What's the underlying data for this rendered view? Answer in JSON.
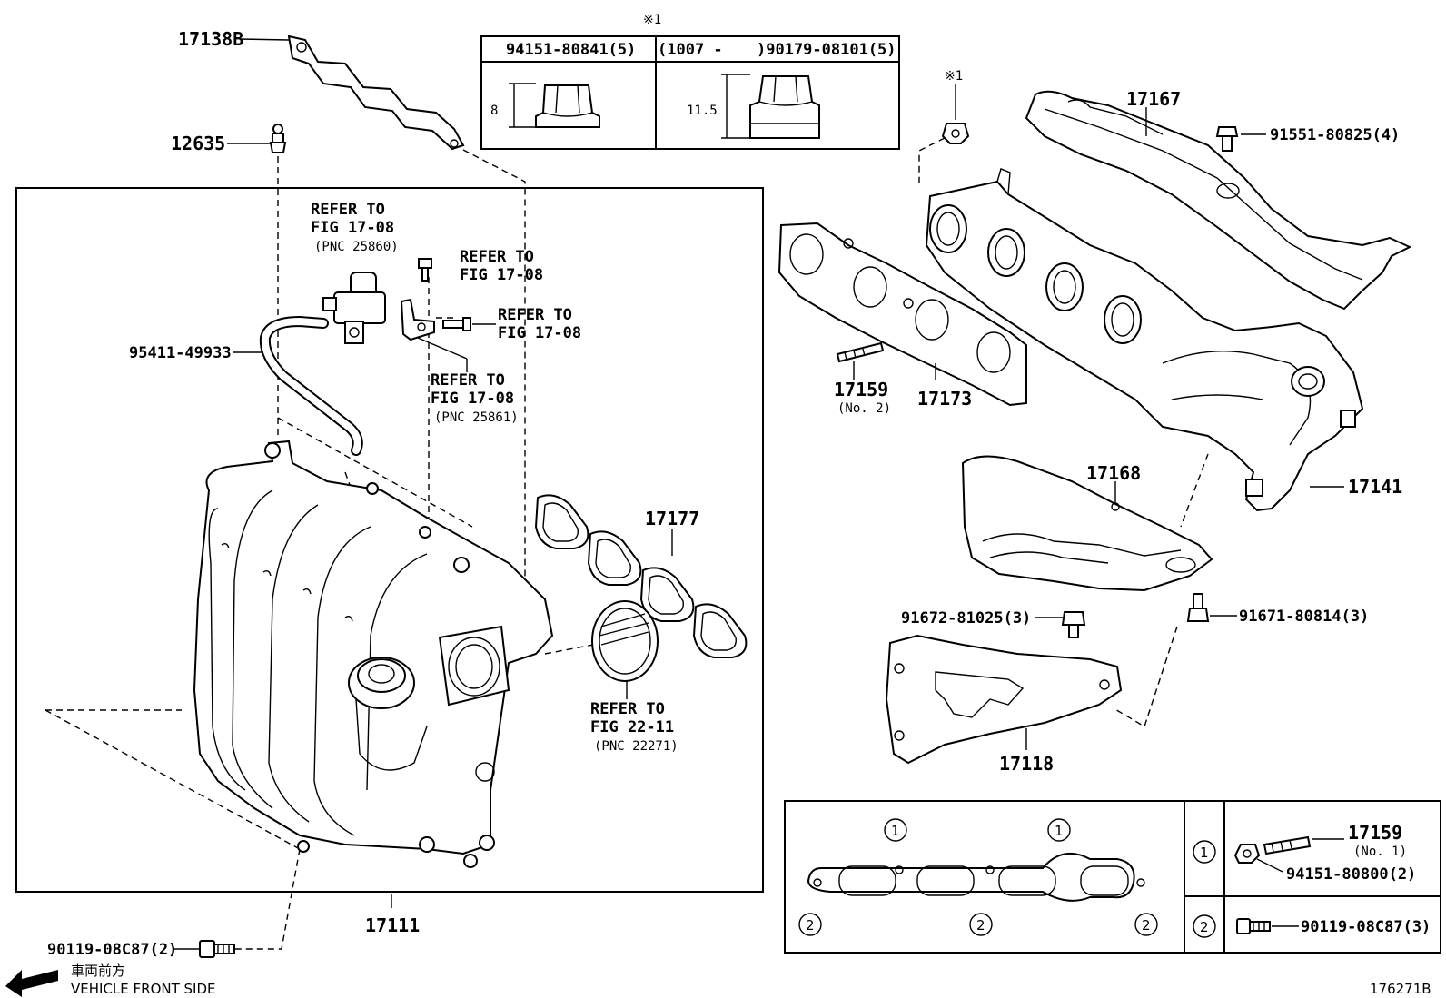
{
  "diagram": {
    "id_code": "176271B",
    "vehicle_front": {
      "jp": "車両前方",
      "en": "VEHICLE FRONT SIDE"
    },
    "nut_table": {
      "note_mark": "※1",
      "col1_header": "94151-80841(5)",
      "col2_header_prefix": "(1007 -",
      "col2_header_part": ")90179-08101(5)",
      "col1_dim": "8",
      "col2_dim": "11.5"
    },
    "parts": {
      "p17138B": "17138B",
      "p12635": "12635",
      "p95411": "95411-49933",
      "p17111": "17111",
      "p17177": "17177",
      "p90119_left": "90119-08C87(2)",
      "p17167": "17167",
      "p91551": "91551-80825(4)",
      "p17159_no2": "17159",
      "p17159_no2_sub": "(No. 2)",
      "p17173": "17173",
      "p17168": "17168",
      "p17141": "17141",
      "p91672": "91672-81025(3)",
      "p91671": "91671-80814(3)",
      "p17118": "17118",
      "note_mark_nut": "※1"
    },
    "refs": {
      "r1_l1": "REFER TO",
      "r1_l2": "FIG 17-08",
      "r1_l3": "(PNC 25860)",
      "r2_l1": "REFER TO",
      "r2_l2": "FIG 17-08",
      "r3_l1": "REFER TO",
      "r3_l2": "FIG 17-08",
      "r4_l1": "REFER TO",
      "r4_l2": "FIG 17-08",
      "r4_l3": "(PNC 25861)",
      "r5_l1": "REFER TO",
      "r5_l2": "FIG 22-11",
      "r5_l3": "(PNC 22271)"
    },
    "legend": {
      "m1": "1",
      "m2": "2",
      "p17159_no1": "17159",
      "p17159_no1_sub": "(No. 1)",
      "p94151": "94151-80800(2)",
      "p90119_right": "90119-08C87(3)"
    }
  }
}
